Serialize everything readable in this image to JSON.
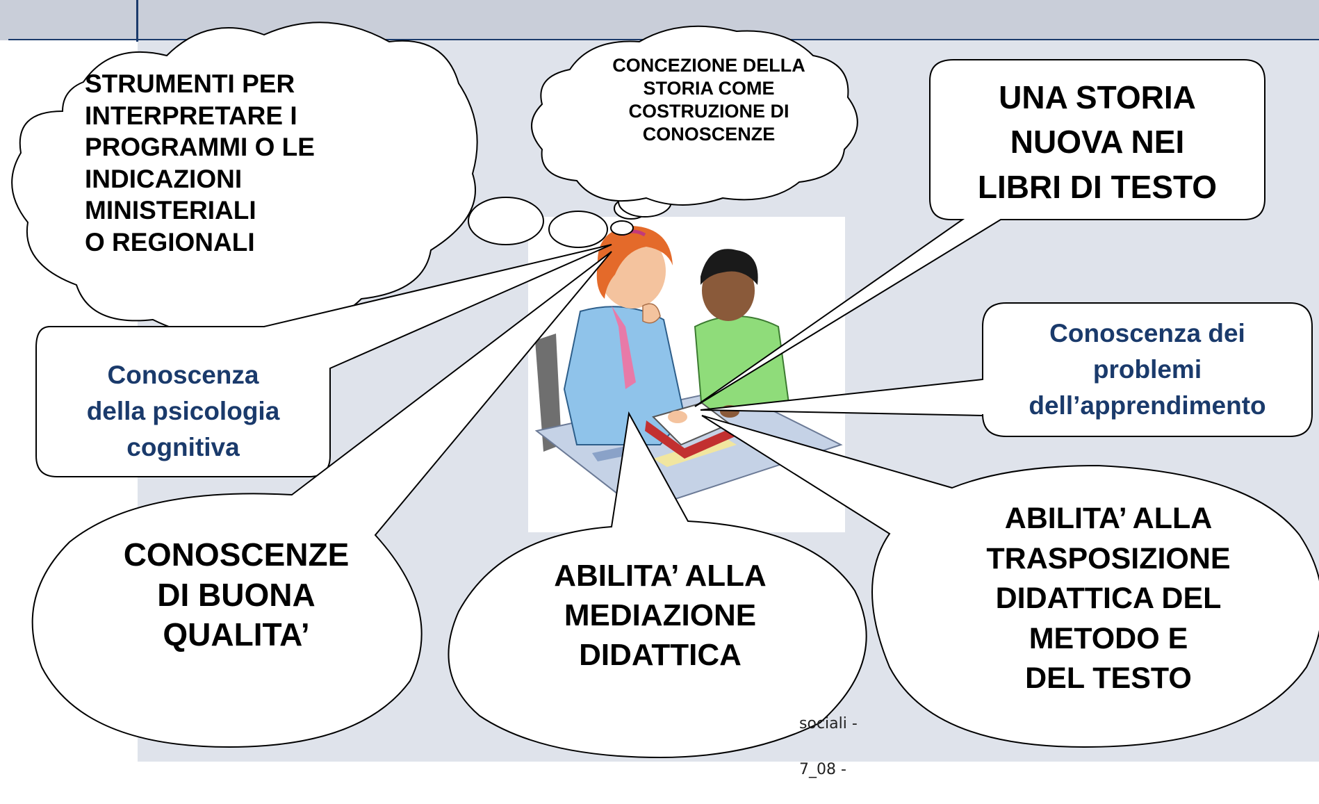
{
  "colors": {
    "background": "#dfe3eb",
    "top_band": "#c9ced9",
    "accent_blue": "#1a3a6b",
    "bubble_fill": "#ffffff",
    "bubble_stroke": "#000000",
    "text_black": "#000000"
  },
  "bubbles": {
    "strumenti": "STRUMENTI PER\nINTERPRETARE  I\nPROGRAMMI O LE\nINDICAZIONI\nMINISTERIALI\nO REGIONALI",
    "concezione": "CONCEZIONE DELLA\nSTORIA COME\nCOSTRUZIONE DI\nCONOSCENZE",
    "storia_nuova": "UNA STORIA\nNUOVA NEI\nLIBRI DI TESTO",
    "psicologia": "Conoscenza\ndella psicologia\ncognitiva",
    "apprendimento": "Conoscenza dei\nproblemi\ndell’apprendimento",
    "conoscenze_qualita": "CONOSCENZE\nDI BUONA\nQUALITA’",
    "mediazione": "ABILITA’ ALLA\nMEDIAZIONE\nDIDATTICA",
    "trasposizione": "ABILITA’ ALLA\nTRASPOSIZIONE\nDIDATTICA DEL\nMETODO E\nDEL TESTO"
  },
  "footer": {
    "line1": "sociali -",
    "line2": "7_08 -"
  },
  "illustration": {
    "icon": "teacher-and-student-reading-icon"
  }
}
